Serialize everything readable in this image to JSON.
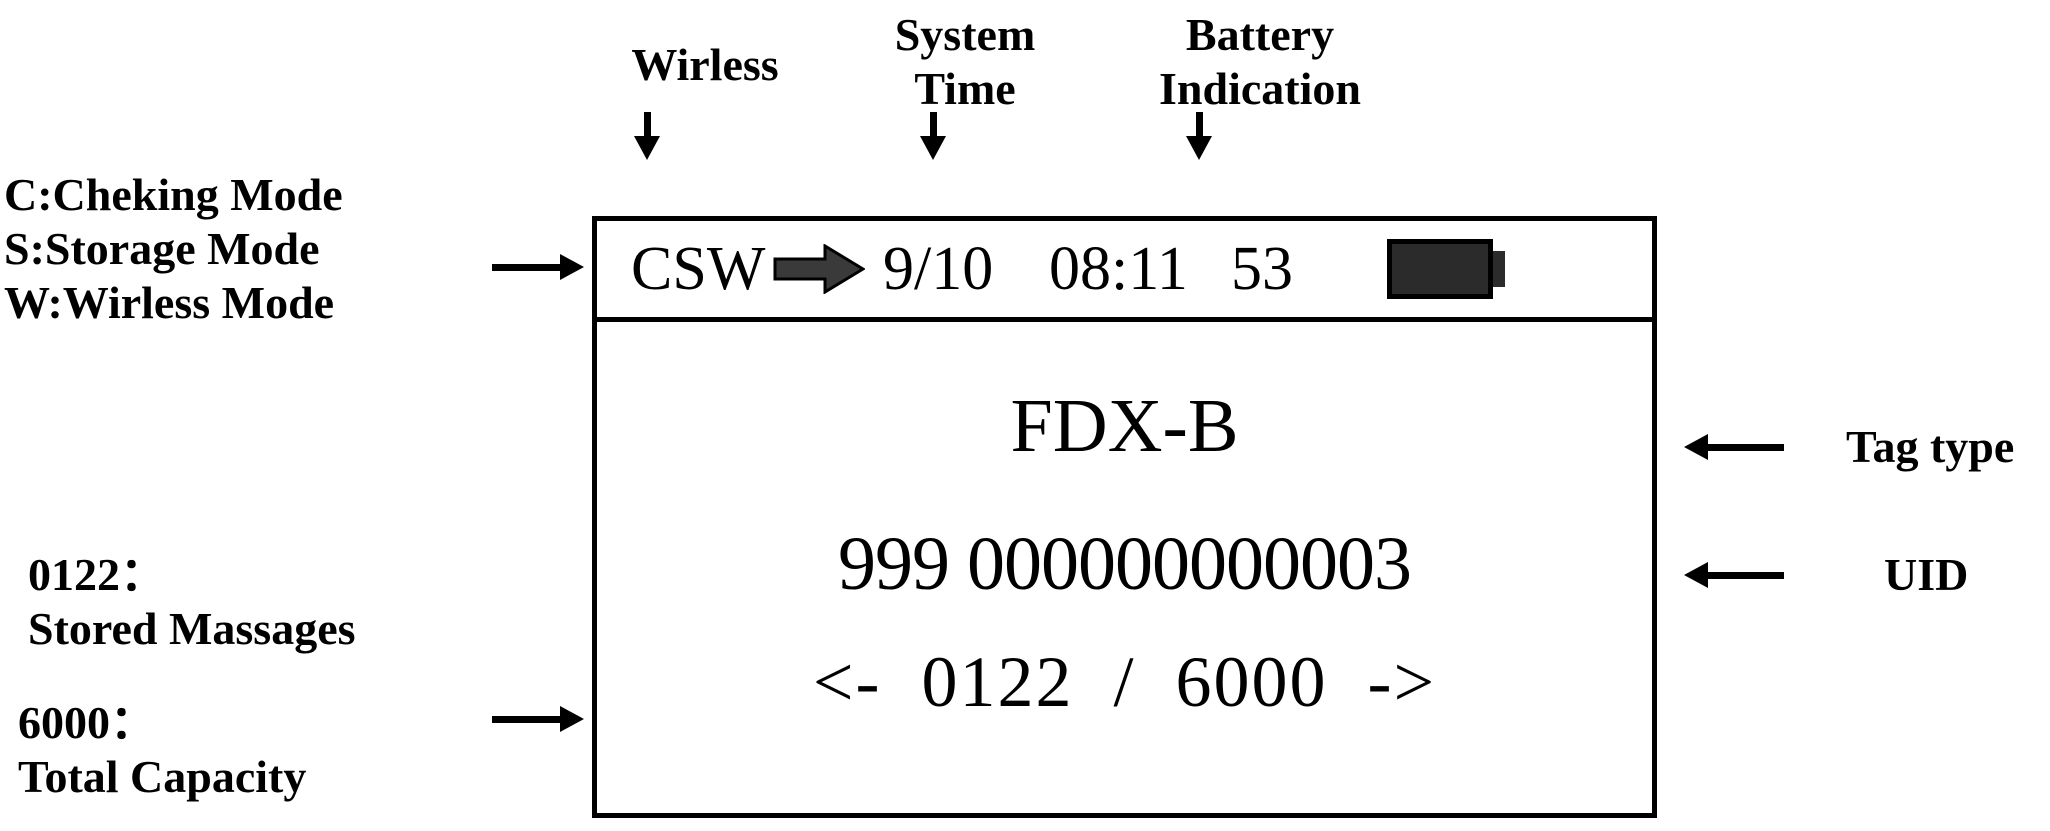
{
  "diagram": {
    "title": "RFID tag reader LCD display annotated layout",
    "ink_color": "#000000",
    "battery_fill_color": "#2b2b2b"
  },
  "annotations": {
    "top": [
      {
        "id": "wireless",
        "label": "Wirless",
        "arrow": "arrow-down-icon"
      },
      {
        "id": "system-time",
        "label": "System\nTime",
        "arrow": "arrow-down-icon"
      },
      {
        "id": "battery-indication",
        "label": "Battery\nIndication",
        "arrow": "arrow-down-icon"
      }
    ],
    "left": [
      {
        "id": "mode-legend",
        "label": "C:Cheking Mode\nS:Storage Mode\nW:Wirless Mode",
        "arrow": "arrow-right-icon"
      },
      {
        "id": "stored-messages",
        "label": "0122：\nStored Massages",
        "arrow": "none"
      },
      {
        "id": "total-capacity",
        "label": "6000：\nTotal Capacity",
        "arrow": "arrow-right-icon"
      }
    ],
    "right": [
      {
        "id": "tag-type",
        "label": "Tag type",
        "arrow": "arrow-left-icon"
      },
      {
        "id": "uid",
        "label": "UID",
        "arrow": "arrow-left-icon"
      }
    ]
  },
  "lcd": {
    "status_bar": {
      "modes": "CSW",
      "wireless_icon": "right-block-arrow-icon",
      "date": "9/10",
      "time": "08:11",
      "battery_percent": "53",
      "battery_icon": "battery-full-icon"
    },
    "body": {
      "tag_type": "FDX-B",
      "uid": "999 000000000003",
      "nav_line": "<-  0122  /  6000  ->",
      "nav_prev": "<-",
      "nav_stored": "0122",
      "nav_separator": "/",
      "nav_total": "6000",
      "nav_next": "->"
    }
  }
}
